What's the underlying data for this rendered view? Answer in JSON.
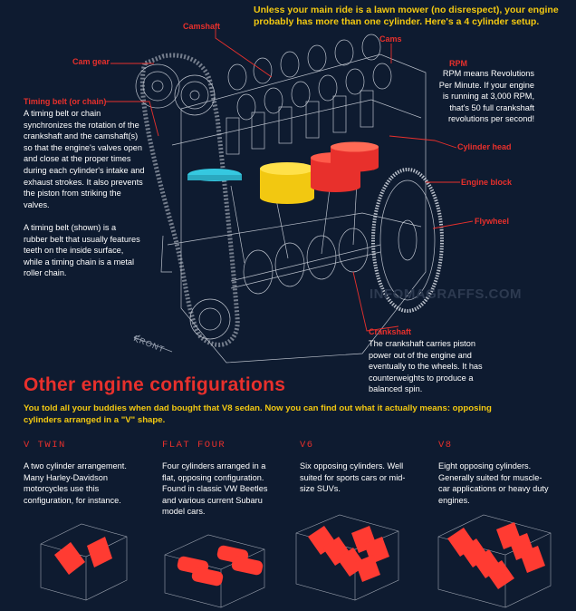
{
  "intro": "Unless your main ride is a lawn mower (no disrespect), your engine probably has more than one cylinder. Here's a 4 cylinder setup.",
  "labels": {
    "camshaft": "Camshaft",
    "cam_gear": "Cam gear",
    "cams": "Cams",
    "rpm": "RPM",
    "cylinder_head": "Cylinder head",
    "engine_block": "Engine block",
    "flywheel": "Flywheel",
    "crankshaft": "Crankshaft",
    "timing_belt": "Timing belt (or chain)",
    "front": "FRONT",
    "watermark": "INFOMAGRAFFS.COM"
  },
  "descriptions": {
    "rpm": "RPM means Revolutions Per Minute. If your engine is running at 3,000 RPM, that's 50 full crankshaft revolutions per second!",
    "timing_belt_1": "A timing belt or chain synchronizes the rotation of the crankshaft and the camshaft(s) so that the engine's valves open and close at the proper times during each cylinder's intake and exhaust strokes. It also prevents the piston from striking the valves.",
    "timing_belt_2": "A timing belt (shown) is a rubber belt that usually features teeth on the inside surface, while a timing chain is a metal roller chain.",
    "crankshaft": "The crankshaft carries piston power out of the engine and eventually to the wheels. It has counterweights to produce a balanced spin."
  },
  "section": {
    "title": "Other engine configurations",
    "subtitle": "You told all your buddies when dad bought that V8 sedan. Now you can find out what it actually means: opposing cylinders arranged in a \"V\" shape."
  },
  "configs": [
    {
      "name": "V TWIN",
      "text": "A two cylinder arrangement. Many Harley-Davidson motorcycles use this configuration, for instance."
    },
    {
      "name": "FLAT FOUR",
      "text": "Four cylinders arranged in a flat, opposing configuration. Found in classic VW Beetles and various current Subaru model cars."
    },
    {
      "name": "V6",
      "text": "Six opposing cylinders. Well suited for sports cars or mid-size SUVs."
    },
    {
      "name": "V8",
      "text": "Eight opposing cylinders. Generally suited for muscle-car applications or heavy duty engines."
    }
  ],
  "colors": {
    "background": "#0e1b30",
    "accent_red": "#e8302c",
    "accent_yellow": "#f2c811",
    "piston_cyan": "#35c8e0",
    "wireframe": "#d8dde6"
  }
}
